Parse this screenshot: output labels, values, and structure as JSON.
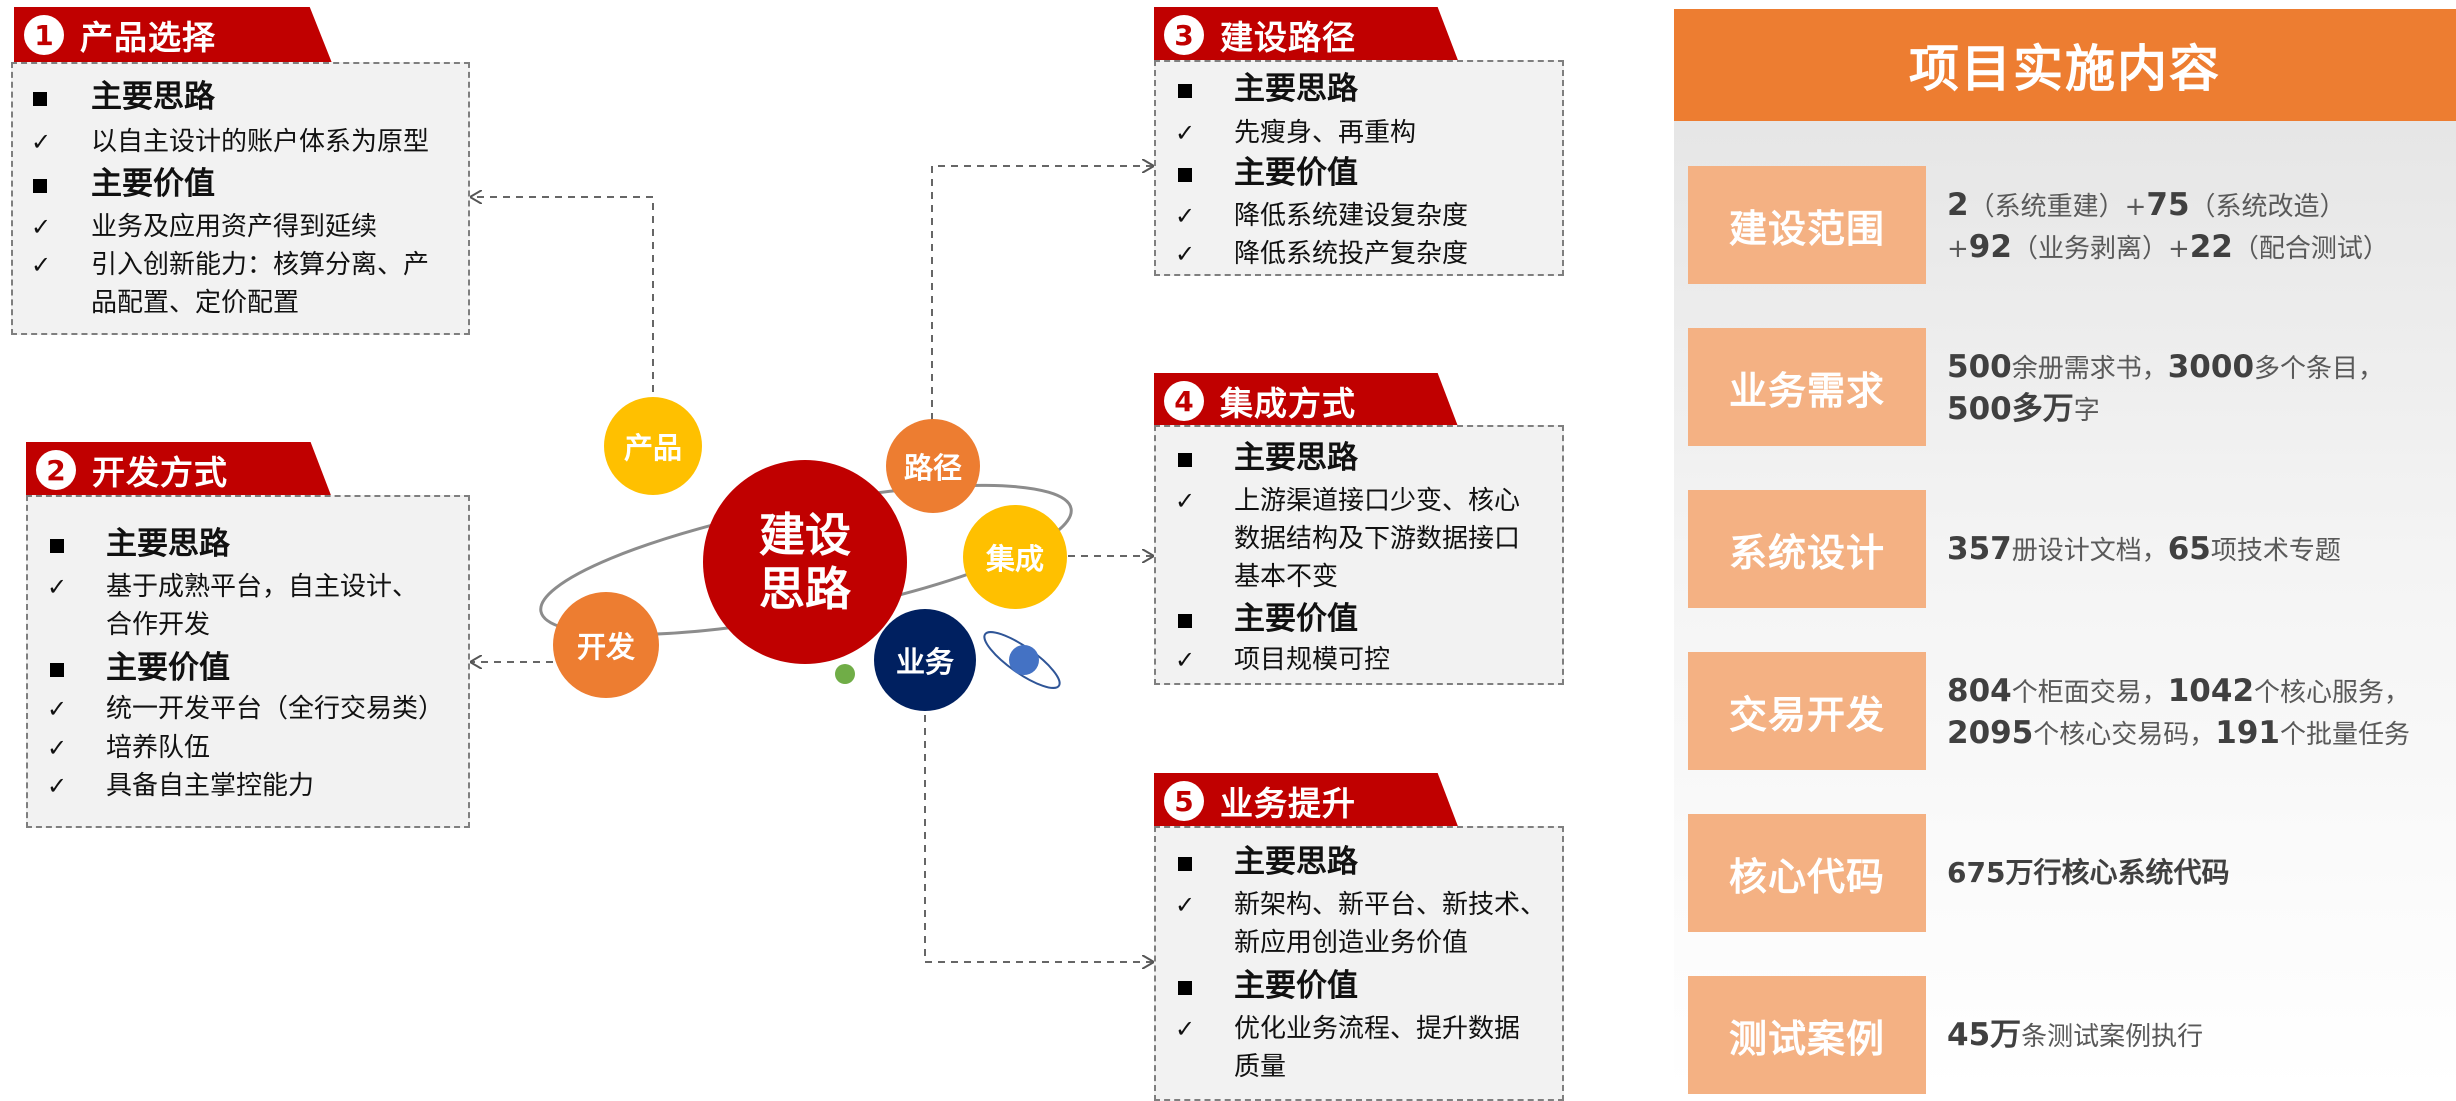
{
  "sections": [
    {
      "num": "1",
      "title": "产品选择",
      "h1": "主要思路",
      "p1": [
        "以自主设计的账户体系为原型"
      ],
      "h2": "主要价值",
      "p2": [
        "业务及应用资产得到延续",
        "引入创新能力：核算分离、产",
        "品配置、定价配置"
      ]
    },
    {
      "num": "2",
      "title": "开发方式",
      "h1": "主要思路",
      "p1": [
        "基于成熟平台，自主设计、",
        "合作开发"
      ],
      "h2": "主要价值",
      "p2": [
        "统一开发平台（全行交易类）",
        "培养队伍",
        "具备自主掌控能力"
      ]
    },
    {
      "num": "3",
      "title": "建设路径",
      "h1": "主要思路",
      "p1": [
        "先瘦身、再重构"
      ],
      "h2": "主要价值",
      "p2": [
        "降低系统建设复杂度",
        "降低系统投产复杂度"
      ]
    },
    {
      "num": "4",
      "title": "集成方式",
      "h1": "主要思路",
      "p1": [
        "上游渠道接口少变、核心",
        "数据结构及下游数据接口",
        "基本不变"
      ],
      "h2": "主要价值",
      "p2": [
        "项目规模可控"
      ]
    },
    {
      "num": "5",
      "title": "业务提升",
      "h1": "主要思路",
      "p1": [
        "新架构、新平台、新技术、",
        "新应用创造业务价值"
      ],
      "h2": "主要价值",
      "p2": [
        "优化业务流程、提升数据",
        "质量"
      ]
    }
  ],
  "center": {
    "line1": "建设",
    "line2": "思路"
  },
  "nodes": {
    "product": "产品",
    "path": "路径",
    "integration": "集成",
    "develop": "开发",
    "business": "业务"
  },
  "marks": {
    "square": "■",
    "check": "✓"
  },
  "panel": {
    "title": "项目实施内容",
    "rows": [
      {
        "label": "建设范围",
        "l1": [
          [
            "2",
            "b"
          ],
          [
            "（系统重建）+",
            ""
          ],
          [
            "75",
            "b"
          ],
          [
            "（系统改造）",
            ""
          ]
        ],
        "l2": [
          [
            "+",
            ""
          ],
          [
            "92",
            "b"
          ],
          [
            "（业务剥离）+",
            ""
          ],
          [
            "22",
            "b"
          ],
          [
            "（配合测试）",
            ""
          ]
        ]
      },
      {
        "label": "业务需求",
        "l1": [
          [
            "500",
            "b"
          ],
          [
            "余册需求书，",
            ""
          ],
          [
            "3000",
            "b"
          ],
          [
            "多个条目，",
            ""
          ]
        ],
        "l2": [
          [
            "500多万",
            "b"
          ],
          [
            "字",
            ""
          ]
        ]
      },
      {
        "label": "系统设计",
        "l1": [
          [
            "357",
            "b"
          ],
          [
            "册设计文档，",
            ""
          ],
          [
            "65",
            "b"
          ],
          [
            "项技术专题",
            ""
          ]
        ],
        "l2": []
      },
      {
        "label": "交易开发",
        "l1": [
          [
            "804",
            "b"
          ],
          [
            "个柜面交易，",
            ""
          ],
          [
            "1042",
            "b"
          ],
          [
            "个核心服务，",
            ""
          ]
        ],
        "l2": [
          [
            "2095",
            "b"
          ],
          [
            "个核心交易码，",
            ""
          ],
          [
            "191",
            "b"
          ],
          [
            "个批量任务",
            ""
          ]
        ]
      },
      {
        "label": "核心代码",
        "l1": [
          [
            "675万行核心系统代码",
            "b2"
          ]
        ],
        "l2": []
      },
      {
        "label": "测试案例",
        "l1": [
          [
            "45万",
            "b"
          ],
          [
            "条测试案例执行",
            ""
          ]
        ],
        "l2": []
      }
    ]
  },
  "colors": {
    "red": "#c00000",
    "orange": "#ed7d31",
    "yellow": "#ffc000",
    "navy": "#002060",
    "peach": "#f4b183"
  }
}
